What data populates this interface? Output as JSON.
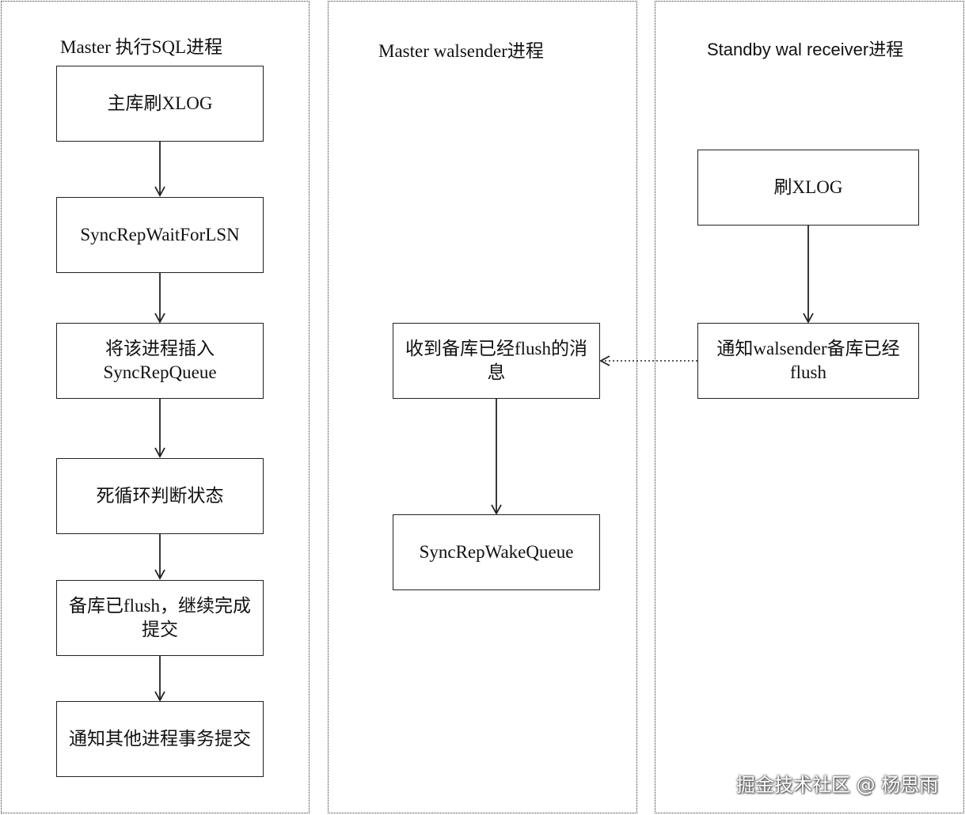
{
  "lanes": [
    {
      "title": "Master 执行SQL进程"
    },
    {
      "title": "Master walsender进程"
    },
    {
      "title": "Standby wal receiver进程"
    }
  ],
  "nodes": {
    "master_flush_xlog": "主库刷XLOG",
    "sync_rep_wait_for_lsn": "SyncRepWaitForLSN",
    "insert_queue": "将该进程插入SyncRepQueue",
    "loop_check_state": "死循环判断状态",
    "standby_flushed_continue": "备库已flush，继续完成提交",
    "notify_other_processes": "通知其他进程事务提交",
    "receive_flush_message": "收到备库已经flush的消息",
    "sync_rep_wake_queue": "SyncRepWakeQueue",
    "standby_flush_xlog": "刷XLOG",
    "notify_walsender": "通知walsender备库已经flush"
  },
  "watermark": "掘金技术社区 @ 杨思雨"
}
